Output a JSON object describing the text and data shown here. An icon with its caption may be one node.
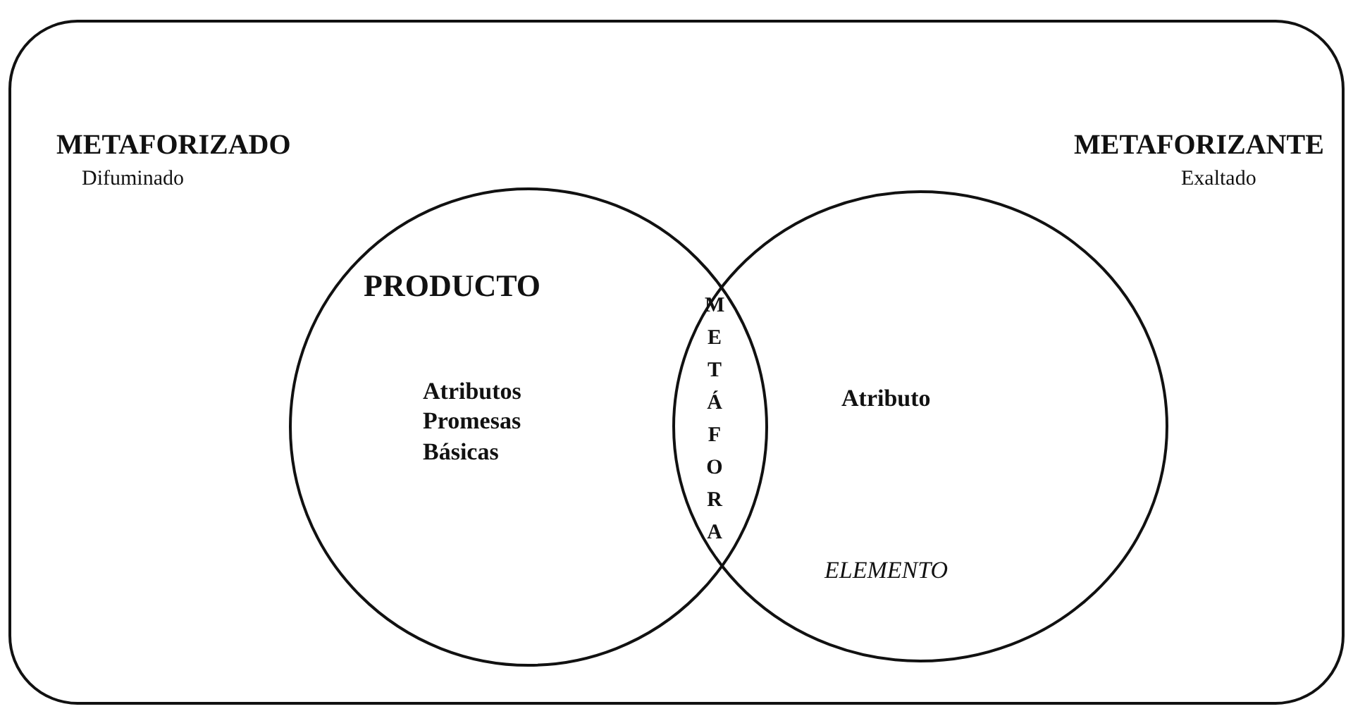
{
  "diagram": {
    "nodes": [
      {
        "text": [],
        "shape": "box"
      },
      {
        "text": [
          "PRODUCTO",
          "Atributos Promesas Básicas"
        ],
        "in": 0
      },
      {
        "text": [
          "Atributo",
          "ELEMENTO"
        ],
        "in": 0
      }
    ],
    "labels": [
      "METAFORIZADO",
      "Difuminado",
      "METAFORIZANTE",
      "Exaltado",
      "METÁFORA"
    ]
  }
}
